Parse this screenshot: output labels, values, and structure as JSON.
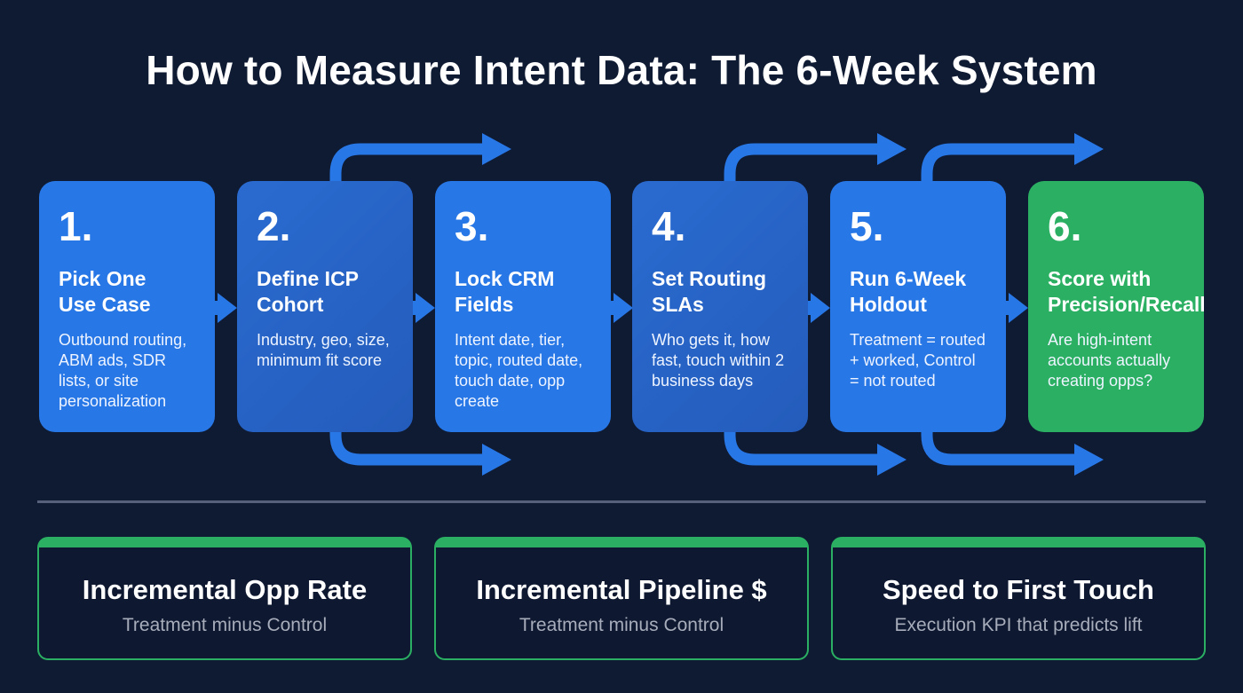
{
  "title": "How to Measure Intent Data: The 6-Week System",
  "colors": {
    "background": "#0f1a33",
    "step_blue": "#2877e6",
    "step_blue_dark": "#245cbb",
    "step_green": "#2bb063",
    "connector": "#2877e6",
    "metric_border": "#2bb063",
    "divider": "#56607a",
    "subtext": "#a7adbb"
  },
  "steps": [
    {
      "number": "1.",
      "title_line1": "Pick One",
      "title_line2": "Use Case",
      "description": "Outbound routing, ABM ads, SDR lists, or site personalization"
    },
    {
      "number": "2.",
      "title_line1": "Define ICP",
      "title_line2": "Cohort",
      "description": "Industry, geo, size, minimum fit score"
    },
    {
      "number": "3.",
      "title_line1": "Lock CRM",
      "title_line2": "Fields",
      "description": "Intent date, tier, topic, routed date, touch date, opp create"
    },
    {
      "number": "4.",
      "title_line1": "Set Routing",
      "title_line2": "SLAs",
      "description": "Who gets it, how fast, touch within 2 business days"
    },
    {
      "number": "5.",
      "title_line1": "Run 6-Week",
      "title_line2": "Holdout",
      "description": "Treatment = routed + worked, Control = not routed"
    },
    {
      "number": "6.",
      "title_line1": "Score with",
      "title_line2": "Precision/Recall",
      "description": "Are high-intent accounts actually creating opps?"
    }
  ],
  "metrics": [
    {
      "title": "Incremental Opp Rate",
      "subtitle": "Treatment minus Control"
    },
    {
      "title": "Incremental Pipeline $",
      "subtitle": "Treatment minus Control"
    },
    {
      "title": "Speed to First Touch",
      "subtitle": "Execution KPI that predicts lift"
    }
  ]
}
